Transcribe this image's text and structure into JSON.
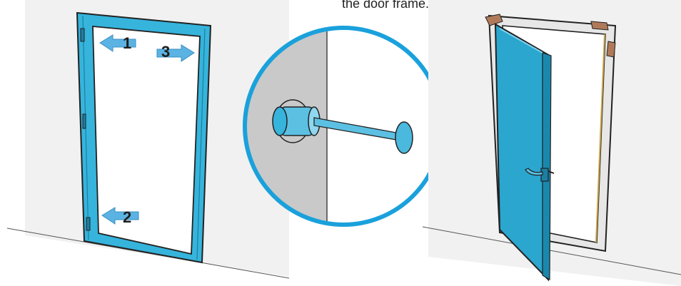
{
  "caption": "the door frame.",
  "steps": [
    {
      "label": "1",
      "direction": "left"
    },
    {
      "label": "3",
      "direction": "right"
    },
    {
      "label": "2",
      "direction": "left"
    }
  ],
  "colors": {
    "door_blue": "#2aa6cf",
    "frame_blue": "#36b4dc",
    "arrow_blue": "#5bb3e3",
    "wall_grey": "#f0f0f0",
    "wall_shadow": "#cccccc",
    "outline": "#2a2a2a",
    "hinge_brown": "#b07a5a"
  }
}
